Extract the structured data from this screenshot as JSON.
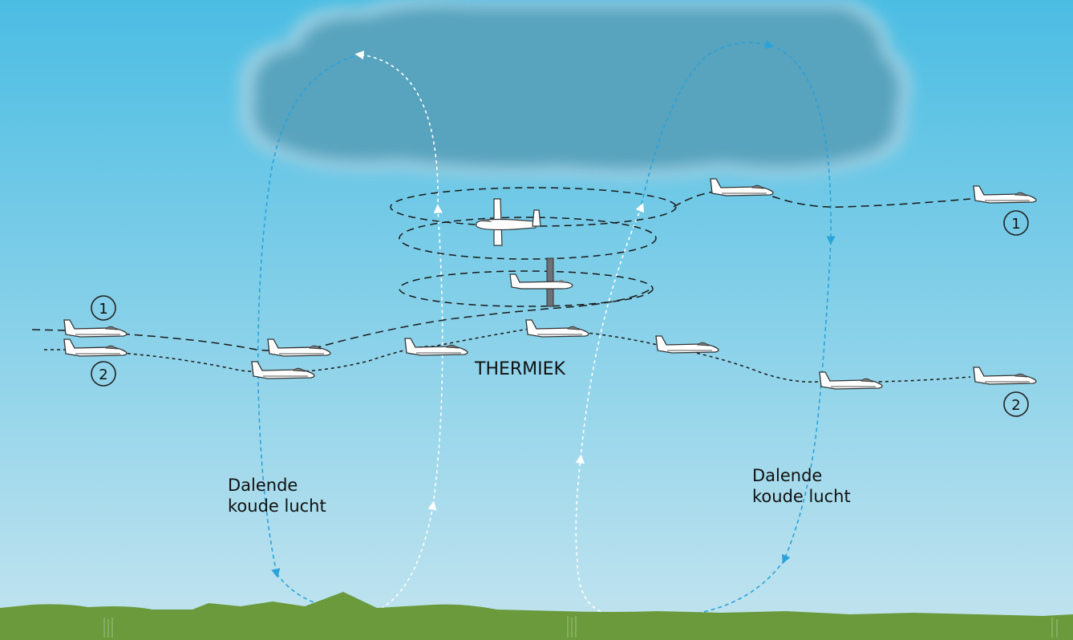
{
  "labels": {
    "thermal": "THERMIEK",
    "sink_left_line1": "Dalende",
    "sink_left_line2": "koude lucht",
    "sink_right_line1": "Dalende",
    "sink_right_line2": "koude lucht"
  },
  "markers": {
    "route1_left": "1",
    "route2_left": "2",
    "route1_right": "1",
    "route2_right": "2"
  },
  "colors": {
    "sky_top": "#4bbde3",
    "sky_bottom": "#c3e4ef",
    "cloud": "#59a3bd",
    "ground": "#6a9a3c",
    "cold_air": "#2aa3db",
    "warm_air": "#ffffff",
    "track": "#1a1a1a"
  }
}
